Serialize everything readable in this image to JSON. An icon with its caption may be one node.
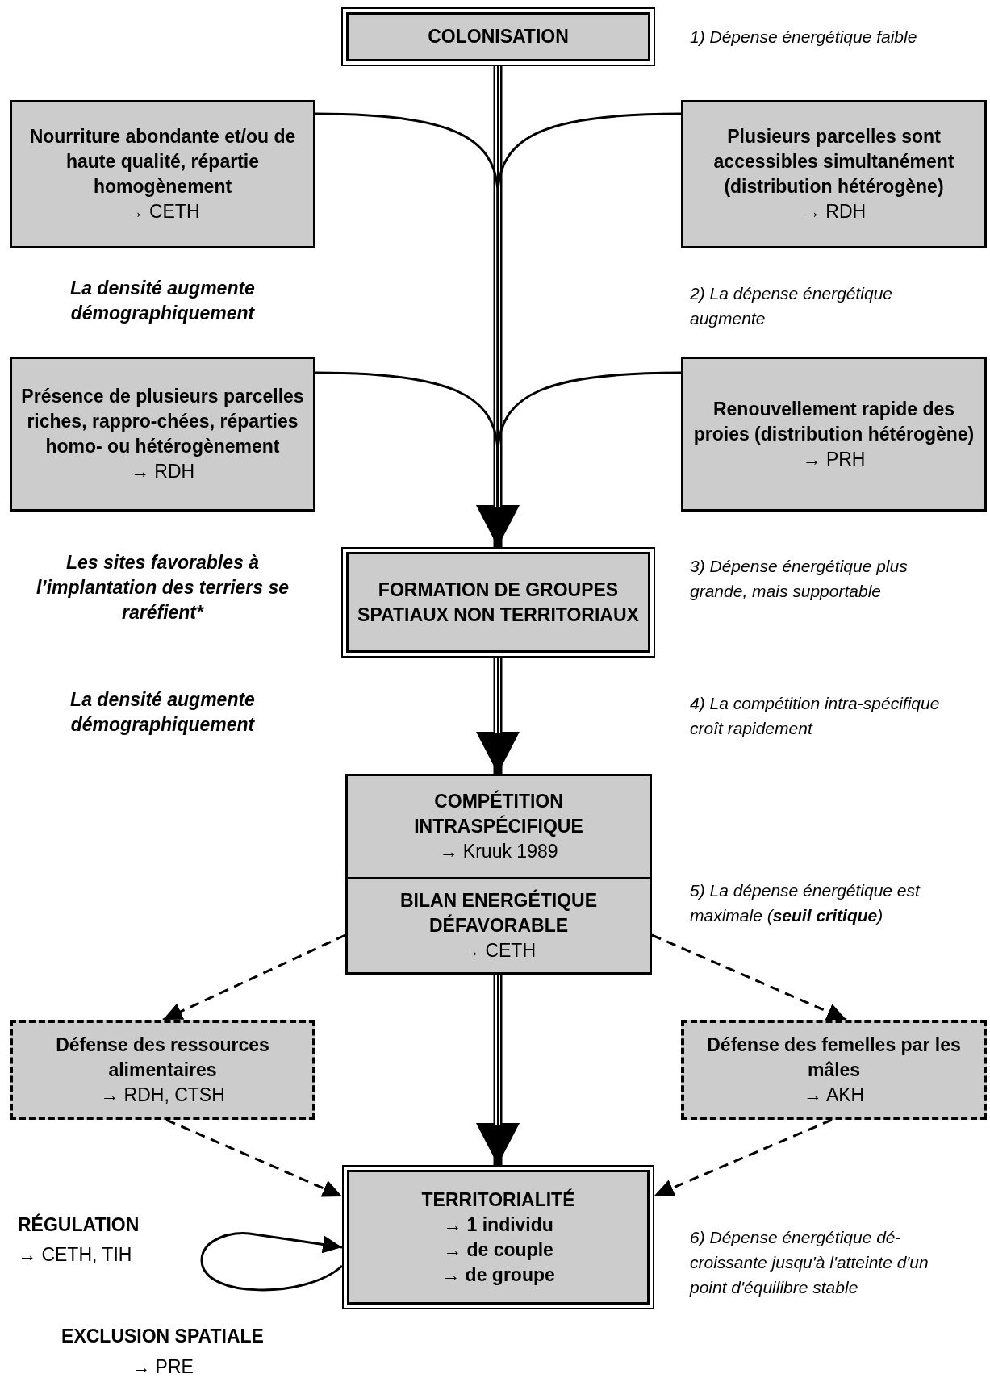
{
  "diagram": {
    "nodes": [
      {
        "text": [
          "COLONISATION"
        ]
      },
      {
        "text": [
          "Nourriture abondante et/ou de haute qualité, répartie homogènement",
          "→ CETH"
        ]
      },
      {
        "text": [
          "Plusieurs parcelles sont accessibles simultanément (distribution hétérogène)",
          "→ RDH"
        ]
      },
      {
        "text": [
          "Présence de plusieurs parcelles riches, rappro-chées, réparties homo- ou hétérogènement",
          "→ RDH"
        ]
      },
      {
        "text": [
          "Renouvellement rapide des proies (distribution hétérogène)",
          "→ PRH"
        ]
      },
      {
        "text": [
          "FORMATION DE GROUPES SPATIAUX NON TERRITORIAUX"
        ]
      },
      {
        "text": [
          "COMPÉTITION INTRASPÉCIFIQUE",
          "→ Kruuk 1989"
        ]
      },
      {
        "text": [
          "BILAN ENERGÉTIQUE DÉFAVORABLE",
          "→ CETH"
        ]
      },
      {
        "text": [
          "Défense des ressources alimentaires",
          "→ RDH, CTSH"
        ]
      },
      {
        "text": [
          "Défense des femelles par les mâles",
          "→ AKH"
        ]
      },
      {
        "text": [
          "TERRITORIALITÉ",
          "→ 1 individu",
          "→ de couple",
          "→ de groupe"
        ]
      }
    ],
    "edges": [
      {
        "from": 0,
        "to": 5,
        "arrow": "to",
        "style": "thick"
      },
      {
        "from": 1,
        "to": 5,
        "arrow": "to"
      },
      {
        "from": 2,
        "to": 5,
        "arrow": "to"
      },
      {
        "from": 3,
        "to": 5,
        "arrow": "to"
      },
      {
        "from": 4,
        "to": 5,
        "arrow": "to"
      },
      {
        "from": 5,
        "to": 6,
        "arrow": "to",
        "style": "thick"
      },
      {
        "from": 7,
        "to": 8,
        "arrow": "to",
        "style": "dashed"
      },
      {
        "from": 7,
        "to": 9,
        "arrow": "to",
        "style": "dashed"
      },
      {
        "from": 7,
        "to": 10,
        "arrow": "to",
        "style": "thick"
      },
      {
        "from": 8,
        "to": 10,
        "arrow": "to",
        "style": "dashed"
      },
      {
        "from": 9,
        "to": 10,
        "arrow": "to",
        "style": "dashed"
      },
      {
        "from": 10,
        "to": 10,
        "arrow": "to"
      }
    ],
    "labels": [
      "1) Dépense énergétique faible",
      "La densité augmente démographiquement",
      "2) La dépense énergétique augmente",
      "Les sites favorables à l’implantation des terriers se raréfient*",
      "3) Dépense énergétique plus grande, mais supportable",
      "La densité augmente démographiquement",
      "4) La compétition intra-spécifique croît rapidement",
      "5) La dépense énergétique est maximale (**seuil critique**)",
      "RÉGULATION",
      "→ CETH, TIH",
      "6) Dépense énergétique dé-croissante jusqu'à l'atteinte d'un point d'équilibre stable",
      "EXCLUSION SPATIALE",
      "→ PRE"
    ]
  }
}
